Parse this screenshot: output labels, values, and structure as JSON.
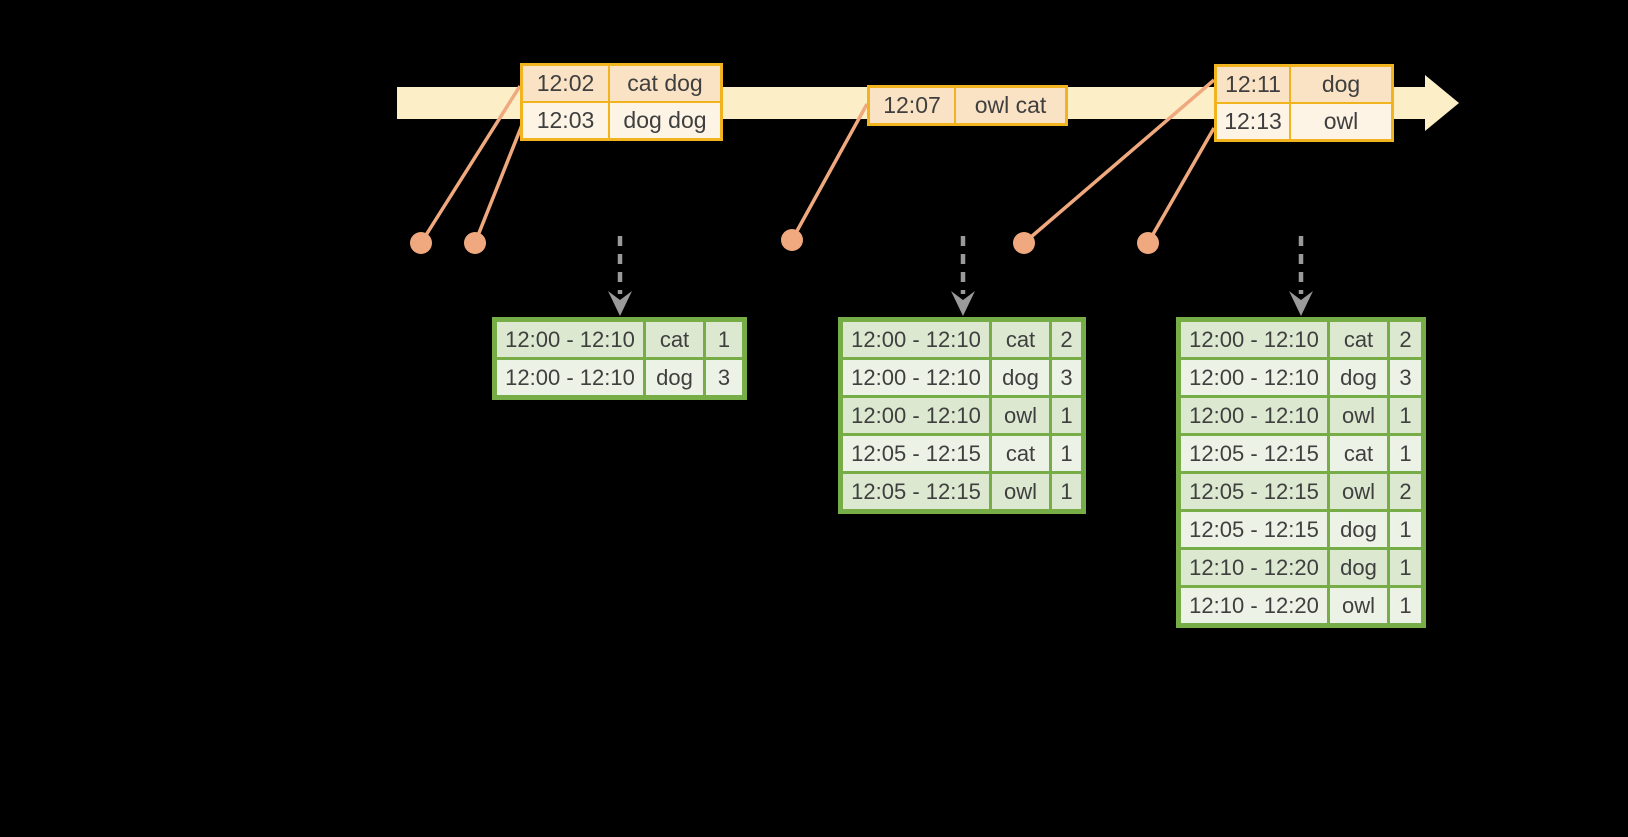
{
  "colors": {
    "background": "#000000",
    "timeline_band": "#FCEFC7",
    "event_border": "#F1B41E",
    "event_row_dark": "#FAE3C4",
    "event_row_light": "#FDF4E6",
    "connector": "#F0A97E",
    "result_border": "#76AD46",
    "result_row_dark": "#DCE8D0",
    "result_row_light": "#EDF2E7",
    "dashed_arrow": "#9A9A9A",
    "text": "#3F3F3F"
  },
  "timeline": {
    "event_tables": [
      {
        "rows": [
          [
            "12:02",
            "cat dog"
          ],
          [
            "12:03",
            "dog dog"
          ]
        ]
      },
      {
        "rows": [
          [
            "12:07",
            "owl cat"
          ]
        ]
      },
      {
        "rows": [
          [
            "12:11",
            "dog"
          ],
          [
            "12:13",
            "owl"
          ]
        ]
      }
    ]
  },
  "result_tables": [
    {
      "rows": [
        [
          "12:00 - 12:10",
          "cat",
          "1"
        ],
        [
          "12:00 - 12:10",
          "dog",
          "3"
        ]
      ]
    },
    {
      "rows": [
        [
          "12:00 - 12:10",
          "cat",
          "2"
        ],
        [
          "12:00 - 12:10",
          "dog",
          "3"
        ],
        [
          "12:00 - 12:10",
          "owl",
          "1"
        ],
        [
          "12:05 - 12:15",
          "cat",
          "1"
        ],
        [
          "12:05 - 12:15",
          "owl",
          "1"
        ]
      ]
    },
    {
      "rows": [
        [
          "12:00 - 12:10",
          "cat",
          "2"
        ],
        [
          "12:00 - 12:10",
          "dog",
          "3"
        ],
        [
          "12:00 - 12:10",
          "owl",
          "1"
        ],
        [
          "12:05 - 12:15",
          "cat",
          "1"
        ],
        [
          "12:05 - 12:15",
          "owl",
          "2"
        ],
        [
          "12:05 - 12:15",
          "dog",
          "1"
        ],
        [
          "12:10 - 12:20",
          "dog",
          "1"
        ],
        [
          "12:10 - 12:20",
          "owl",
          "1"
        ]
      ]
    }
  ]
}
